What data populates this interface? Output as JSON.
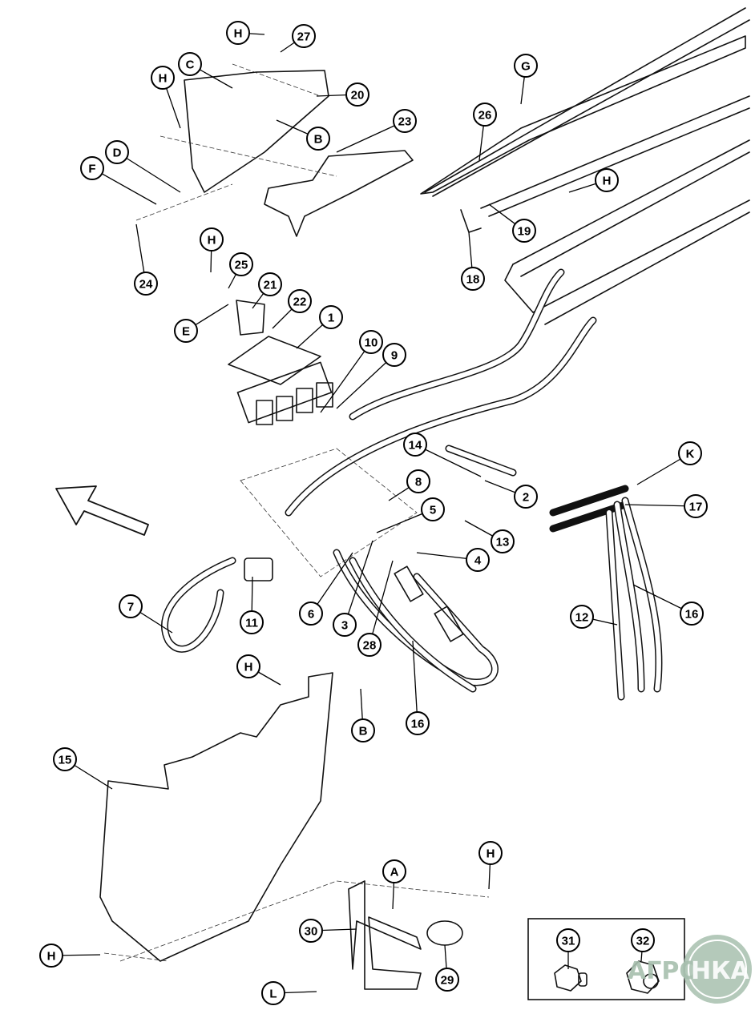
{
  "diagram": {
    "callouts": [
      "H",
      "27",
      "C",
      "20",
      "H",
      "B",
      "23",
      "D",
      "F",
      "24",
      "H",
      "25",
      "21",
      "E",
      "22",
      "1",
      "10",
      "9",
      "14",
      "2",
      "8",
      "5",
      "13",
      "4",
      "7",
      "11",
      "6",
      "3",
      "28",
      "16",
      "H",
      "B",
      "15",
      "12",
      "16",
      "17",
      "K",
      "G",
      "26",
      "H",
      "19",
      "18",
      "A",
      "H",
      "30",
      "29",
      "H",
      "L",
      "31",
      "32"
    ],
    "inset_callouts": [
      "31",
      "32"
    ],
    "direction_arrow": "arrow-left-up",
    "watermark": {
      "logo_text_left": "АГРО",
      "logo_text_right": "НКА",
      "color": "#a7bfae"
    }
  }
}
